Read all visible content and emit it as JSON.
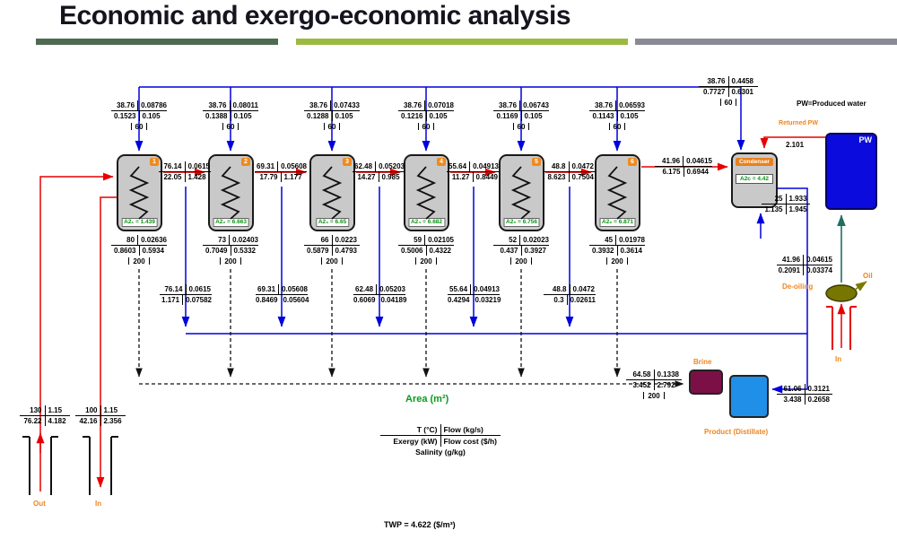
{
  "slide": {
    "title": "Economic and exergo-economic analysis",
    "twp": "TWP = 4.622 ($/m³)"
  },
  "legend": {
    "area": "Area (m²)",
    "t": "T (°C)",
    "flow": "Flow (kg/s)",
    "exergy": "Exergy (kW)",
    "cost": "Flow cost ($/h)",
    "salinity": "Salinity (g/kg)"
  },
  "labels": {
    "pw_note": "PW=Produced water",
    "returned_pw": "Returned PW",
    "returned_pw_cost": "2.101",
    "deoiling": "De-oiling",
    "oil": "Oil",
    "deoil_in": "In",
    "brine": "Brine",
    "product": "Product (Distillate)",
    "well_out": "Out",
    "well_in": "In",
    "pw_tank": "PW",
    "condenser": "Condenser",
    "condenser_area": "A2c = 4.42"
  },
  "effects": [
    {
      "number": "1",
      "area": "A2₁ = 1.439",
      "feed": {
        "t": "38.76",
        "flow": "0.08786",
        "ex": "0.1523",
        "cost": "0.105",
        "sal": "60"
      },
      "bottom": {
        "t": "80",
        "flow": "0.02636",
        "ex": "0.8603",
        "cost": "0.5934",
        "sal": "200"
      }
    },
    {
      "number": "2",
      "area": "A2₂ = 6.663",
      "feed": {
        "t": "38.76",
        "flow": "0.08011",
        "ex": "0.1388",
        "cost": "0.105",
        "sal": "60"
      },
      "bottom": {
        "t": "73",
        "flow": "0.02403",
        "ex": "0.7049",
        "cost": "0.5332",
        "sal": "200"
      }
    },
    {
      "number": "3",
      "area": "A2₃ = 6.65",
      "feed": {
        "t": "38.76",
        "flow": "0.07433",
        "ex": "0.1288",
        "cost": "0.105",
        "sal": "60"
      },
      "bottom": {
        "t": "66",
        "flow": "0.0223",
        "ex": "0.5879",
        "cost": "0.4793",
        "sal": "200"
      }
    },
    {
      "number": "4",
      "area": "A2₄ = 6.682",
      "feed": {
        "t": "38.76",
        "flow": "0.07018",
        "ex": "0.1216",
        "cost": "0.105",
        "sal": "60"
      },
      "bottom": {
        "t": "59",
        "flow": "0.02105",
        "ex": "0.5006",
        "cost": "0.4322",
        "sal": "200"
      }
    },
    {
      "number": "5",
      "area": "A2₅ = 6.756",
      "feed": {
        "t": "38.76",
        "flow": "0.06743",
        "ex": "0.1169",
        "cost": "0.105",
        "sal": "60"
      },
      "bottom": {
        "t": "52",
        "flow": "0.02023",
        "ex": "0.437",
        "cost": "0.3927",
        "sal": "200"
      }
    },
    {
      "number": "6",
      "area": "A2₆ = 6.871",
      "feed": {
        "t": "38.76",
        "flow": "0.06593",
        "ex": "0.1143",
        "cost": "0.105",
        "sal": "60"
      },
      "bottom": {
        "t": "45",
        "flow": "0.01978",
        "ex": "0.3932",
        "cost": "0.3614",
        "sal": "200"
      }
    }
  ],
  "vapors": [
    {
      "t": "76.14",
      "flow": "0.0615",
      "ex": "22.05",
      "cost": "1.428"
    },
    {
      "t": "69.31",
      "flow": "0.05608",
      "ex": "17.79",
      "cost": "1.177"
    },
    {
      "t": "62.48",
      "flow": "0.05203",
      "ex": "14.27",
      "cost": "0.985"
    },
    {
      "t": "55.64",
      "flow": "0.04913",
      "ex": "11.27",
      "cost": "0.8449"
    },
    {
      "t": "48.8",
      "flow": "0.0472",
      "ex": "8.623",
      "cost": "0.7504"
    },
    {
      "t": "41.96",
      "flow": "0.04615",
      "ex": "6.175",
      "cost": "0.6944"
    }
  ],
  "distillates": [
    {
      "t": "76.14",
      "flow": "0.0615",
      "ex": "1.171",
      "cost": "0.07582"
    },
    {
      "t": "69.31",
      "flow": "0.05608",
      "ex": "0.8469",
      "cost": "0.05604"
    },
    {
      "t": "62.48",
      "flow": "0.05203",
      "ex": "0.6069",
      "cost": "0.04189"
    },
    {
      "t": "55.64",
      "flow": "0.04913",
      "ex": "0.4294",
      "cost": "0.03219"
    },
    {
      "t": "48.8",
      "flow": "0.0472",
      "ex": "0.3",
      "cost": "0.02611"
    }
  ],
  "streams": {
    "feed_total": {
      "t": "38.76",
      "flow": "0.4458",
      "ex": "0.7727",
      "cost": "0.6301",
      "sal": "60"
    },
    "cooling": {
      "t": "25",
      "flow": "1.933",
      "ex": "1.135",
      "cost": "1.945"
    },
    "condensate": {
      "t": "41.96",
      "flow": "0.04615",
      "ex": "0.2091",
      "cost": "0.03374"
    },
    "brine": {
      "t": "64.58",
      "flow": "0.1338",
      "ex": "3.452",
      "cost": "2.792",
      "sal": "200"
    },
    "product": {
      "t": "61.06",
      "flow": "0.3121",
      "ex": "3.438",
      "cost": "0.2658"
    },
    "well_out": {
      "t": "130",
      "flow": "1.15",
      "ex": "76.22",
      "cost": "4.182"
    },
    "well_in": {
      "t": "100",
      "flow": "1.15",
      "ex": "42.16",
      "cost": "2.356"
    }
  }
}
